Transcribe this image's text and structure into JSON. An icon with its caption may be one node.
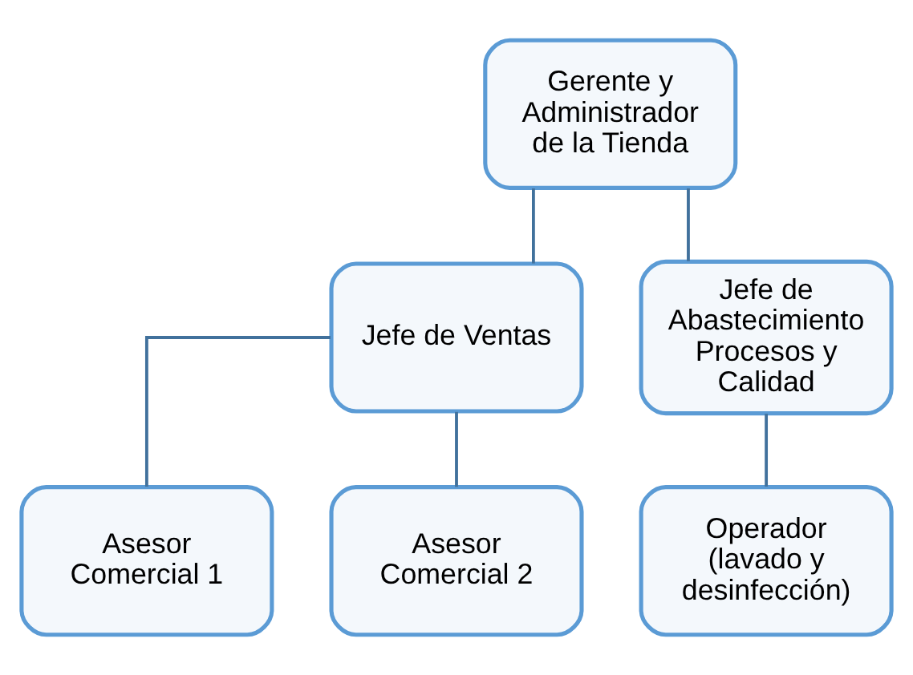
{
  "diagram": {
    "nodes": [
      {
        "text": [
          "Gerente y Administrador de la Tienda"
        ]
      },
      {
        "text": [
          "Jefe de Ventas"
        ]
      },
      {
        "text": [
          "Jefe de Abastecimiento Procesos y Calidad"
        ]
      },
      {
        "text": [
          "Asesor Comercial 1"
        ]
      },
      {
        "text": [
          "Asesor Comercial 2"
        ]
      },
      {
        "text": [
          "Operador (lavado y desinfección)"
        ]
      }
    ],
    "edges": [
      {
        "from": 0,
        "to": 1,
        "arrow": "none"
      },
      {
        "from": 0,
        "to": 2,
        "arrow": "none"
      },
      {
        "from": 1,
        "to": 3,
        "arrow": "none"
      },
      {
        "from": 1,
        "to": 4,
        "arrow": "none"
      },
      {
        "from": 2,
        "to": 5,
        "arrow": "none"
      }
    ]
  }
}
